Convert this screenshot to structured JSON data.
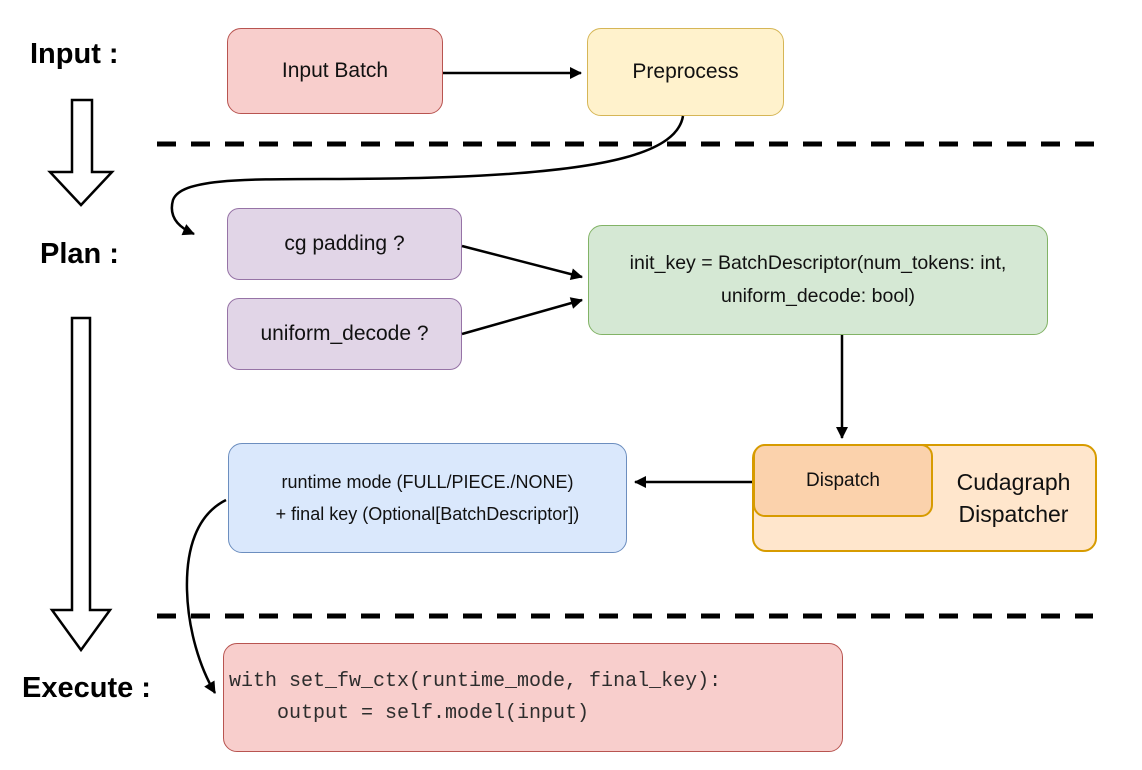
{
  "stages": {
    "input_label": "Input :",
    "plan_label": "Plan :",
    "execute_label": "Execute :"
  },
  "nodes": {
    "input_batch": {
      "label": "Input Batch"
    },
    "preprocess": {
      "label": "Preprocess"
    },
    "cg_padding": {
      "label": "cg padding ?"
    },
    "uniform_decode": {
      "label": "uniform_decode ?"
    },
    "init_key": {
      "line1": "init_key = BatchDescriptor(num_tokens: int,",
      "line2": "uniform_decode: bool)"
    },
    "dispatch": {
      "label": "Dispatch"
    },
    "cudagraph_dispatcher": {
      "line1": "Cudagraph",
      "line2": "Dispatcher"
    },
    "runtime_mode": {
      "line1": "runtime mode (FULL/PIECE./NONE)",
      "line2": "+ final key (Optional[BatchDescriptor])"
    },
    "execute_code": {
      "line1": "with set_fw_ctx(runtime_mode, final_key):",
      "line2": "    output = self.model(input)"
    }
  },
  "colors": {
    "red_fill": "#f8cecc",
    "red_border": "#b85450",
    "yellow_fill": "#fff2cc",
    "yellow_border": "#d6b656",
    "purple_fill": "#e1d5e7",
    "purple_border": "#9673a6",
    "green_fill": "#d5e8d4",
    "green_border": "#82b366",
    "blue_fill": "#dae8fc",
    "blue_border": "#6c8ebf",
    "orange_fill": "#ffe6cc",
    "orange_inner_fill": "#fbd2ac",
    "orange_border": "#d79b00",
    "arrow": "#000000",
    "text": "#111111",
    "code_text": "#2d2d2d"
  }
}
